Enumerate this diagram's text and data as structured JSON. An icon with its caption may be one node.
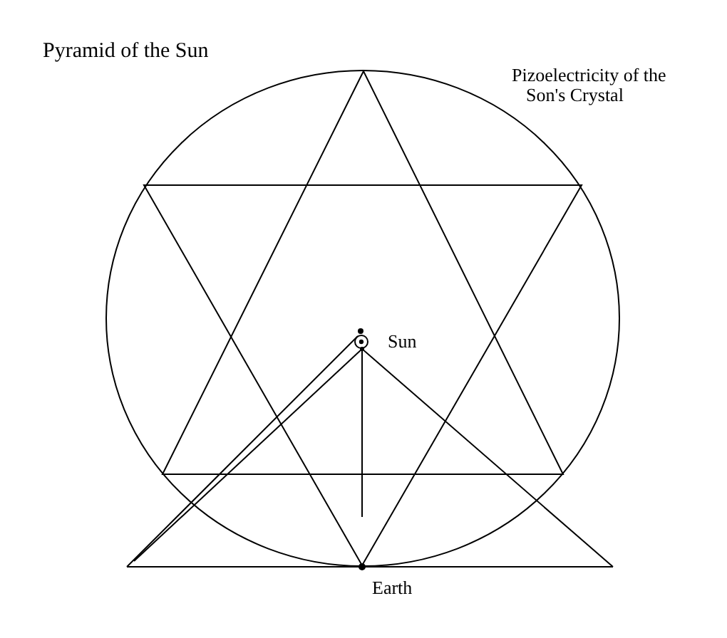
{
  "diagram": {
    "title": "Pyramid of the Sun",
    "labels": [
      "Pizoelectricity of the Son's Crystal",
      "Sun",
      "Earth"
    ]
  }
}
